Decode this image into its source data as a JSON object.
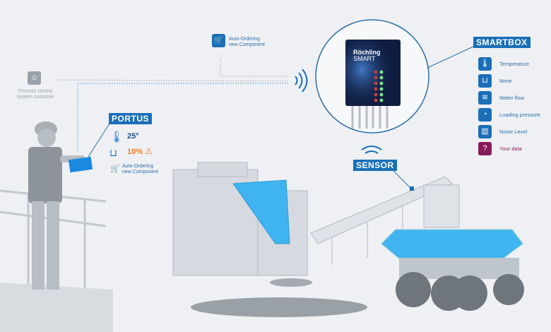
{
  "auto_order_top": {
    "line1": "Auto-Ordering",
    "line2": "new Component",
    "icon": "cart-icon"
  },
  "process_control": {
    "line1": "Process control",
    "line2": "system customer",
    "icon": "user-gear-icon"
  },
  "portus": {
    "tag": "PORTUS",
    "temperature": "25°",
    "wear": "10%",
    "order_line1": "Auto-Ordering",
    "order_line2": "new Component",
    "warning_color": "#f07a2c"
  },
  "smartbox": {
    "tag": "SMARTBOX",
    "device_brand": "Röchling",
    "device_name": "SMART",
    "items": [
      {
        "label": "Temperature",
        "icon": "thermometer-icon",
        "color": "#1a6fb8"
      },
      {
        "label": "Wear",
        "icon": "wear-icon",
        "color": "#1a6fb8"
      },
      {
        "label": "Water flow",
        "icon": "water-flow-icon",
        "color": "#1a6fb8"
      },
      {
        "label": "Loading pressure",
        "icon": "gauge-icon",
        "color": "#1a6fb8"
      },
      {
        "label": "Noise Level",
        "icon": "noise-level-icon",
        "color": "#1a6fb8"
      },
      {
        "label": "Your data",
        "icon": "your-data-icon",
        "color": "#8a1b5a"
      }
    ]
  },
  "sensor": {
    "tag": "SENSOR"
  },
  "colors": {
    "accent": "#1a6fb8",
    "highlight": "#3fb4f0",
    "background": "#eef0f3"
  }
}
